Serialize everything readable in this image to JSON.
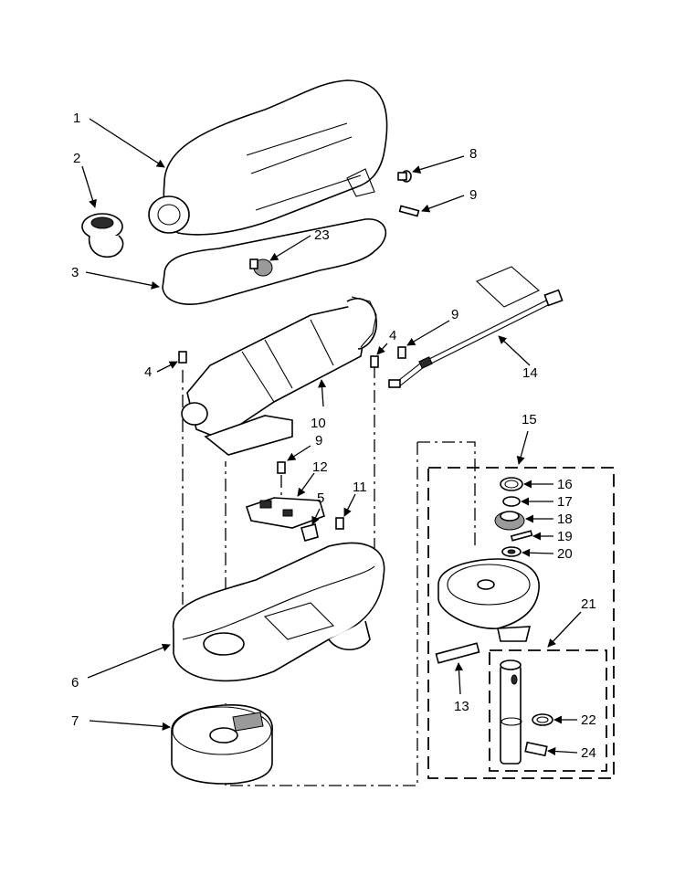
{
  "callouts": {
    "c1": "1",
    "c2": "2",
    "c3": "3",
    "c4a": "4",
    "c4b": "4",
    "c5": "5",
    "c6": "6",
    "c7": "7",
    "c8": "8",
    "c9a": "9",
    "c9b": "9",
    "c9c": "9",
    "c10": "10",
    "c11": "11",
    "c12": "12",
    "c13": "13",
    "c14": "14",
    "c15": "15",
    "c16": "16",
    "c17": "17",
    "c18": "18",
    "c19": "19",
    "c20": "20",
    "c21": "21",
    "c22": "22",
    "c23": "23",
    "c24": "24"
  }
}
